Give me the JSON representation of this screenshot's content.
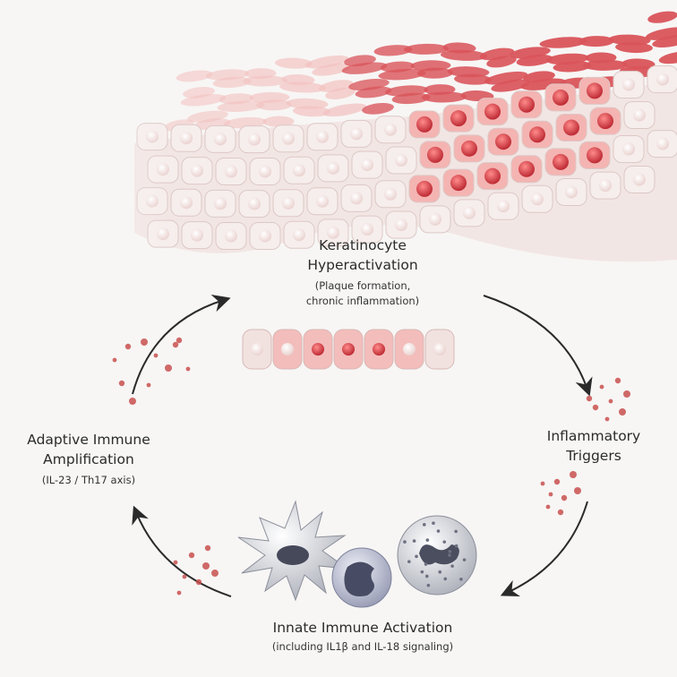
{
  "diagram": {
    "nodes": {
      "keratinocyte": {
        "line1": "Keratinocyte",
        "line2": "Hyperactivation",
        "sub1": "(Plaque formation,",
        "sub2": "chronic inflammation)"
      },
      "inflammatory": {
        "line1": "Inflammatory",
        "line2": "Triggers"
      },
      "innate": {
        "line1": "Innate Immune Activation",
        "sub1": "(including IL1β and IL-18 signaling)"
      },
      "adaptive": {
        "line1": "Adaptive Immune",
        "line2": "Amplification",
        "sub1": "(IL-23 / Th17 axis)"
      }
    },
    "colors": {
      "tissue_dark": "#d9545a",
      "tissue_light": "#f2c2c0",
      "cell_pale": "#f6eeec",
      "arrow": "#2a2a2a",
      "dots": "#c8504e"
    }
  }
}
